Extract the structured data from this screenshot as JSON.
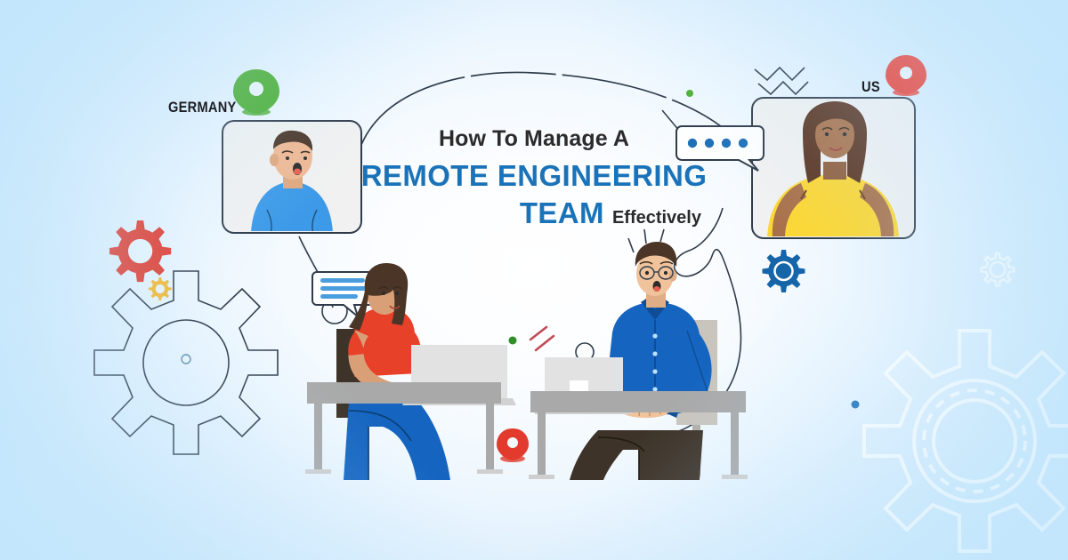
{
  "poster": {
    "background_top_color": "#cfeafc",
    "background_center_color": "#ffffff",
    "accent_blue": "#1a73b8",
    "text_dark": "#2b2b2b"
  },
  "headline": {
    "line1": "How To Manage A",
    "line2": "REMOTE ENGINEERING",
    "line3_main": "TEAM",
    "line3_suffix": "Effectively"
  },
  "locations": [
    {
      "label": "GERMANY",
      "pin_color": "#4caf34"
    },
    {
      "label": "US",
      "pin_color": "#ef3a2d"
    }
  ],
  "video_frames": [
    {
      "name": "germany-participant",
      "shirt_color": "#3d9ae8",
      "hair_color": "#4a3527",
      "skin_color": "#f0b893"
    },
    {
      "name": "us-participant",
      "shirt_color": "#fcd734",
      "hair_color": "#5a3320",
      "skin_color": "#a9714a"
    }
  ],
  "desk_scenes": [
    {
      "name": "woman-at-desk",
      "top_color": "#e8412a",
      "pants_color": "#1565c0",
      "hair_color": "#4a3527",
      "skin_color": "#d9a078",
      "desk_color": "#a9a9a9",
      "laptop_color": "#e2e2e2"
    },
    {
      "name": "man-at-desk",
      "shirt_color": "#1565c0",
      "pants_color": "#3d3328",
      "hair_color": "#4a3527",
      "skin_color": "#f0c39c",
      "desk_color": "#a9a9a9",
      "laptop_color": "#e2e2e2"
    }
  ],
  "gears": [
    {
      "name": "gear-red-small",
      "color": "#e23b2e",
      "style": "solid"
    },
    {
      "name": "gear-yellow-tiny",
      "color": "#f5b82e",
      "style": "solid"
    },
    {
      "name": "gear-outline-large",
      "color": "#2f3b4a",
      "style": "outline"
    },
    {
      "name": "gear-blue-medium",
      "color": "#1565a8",
      "style": "solid"
    },
    {
      "name": "gear-white-large",
      "color": "#ffffff",
      "style": "outline"
    },
    {
      "name": "gear-white-small",
      "color": "#ffffff",
      "style": "outline"
    }
  ],
  "chat_bubbles": [
    {
      "name": "typing-dots-bubble",
      "dots": 4,
      "dot_color": "#1d6fb8"
    },
    {
      "name": "message-lines-bubble",
      "lines": 3,
      "line_color": "#4a9ede"
    }
  ],
  "accents": {
    "green_dot_color": "#4caf34",
    "blue_dot_color": "#1d6fb8",
    "red_pin_color": "#e23b2e",
    "squiggle_color": "#2f3b4a"
  }
}
